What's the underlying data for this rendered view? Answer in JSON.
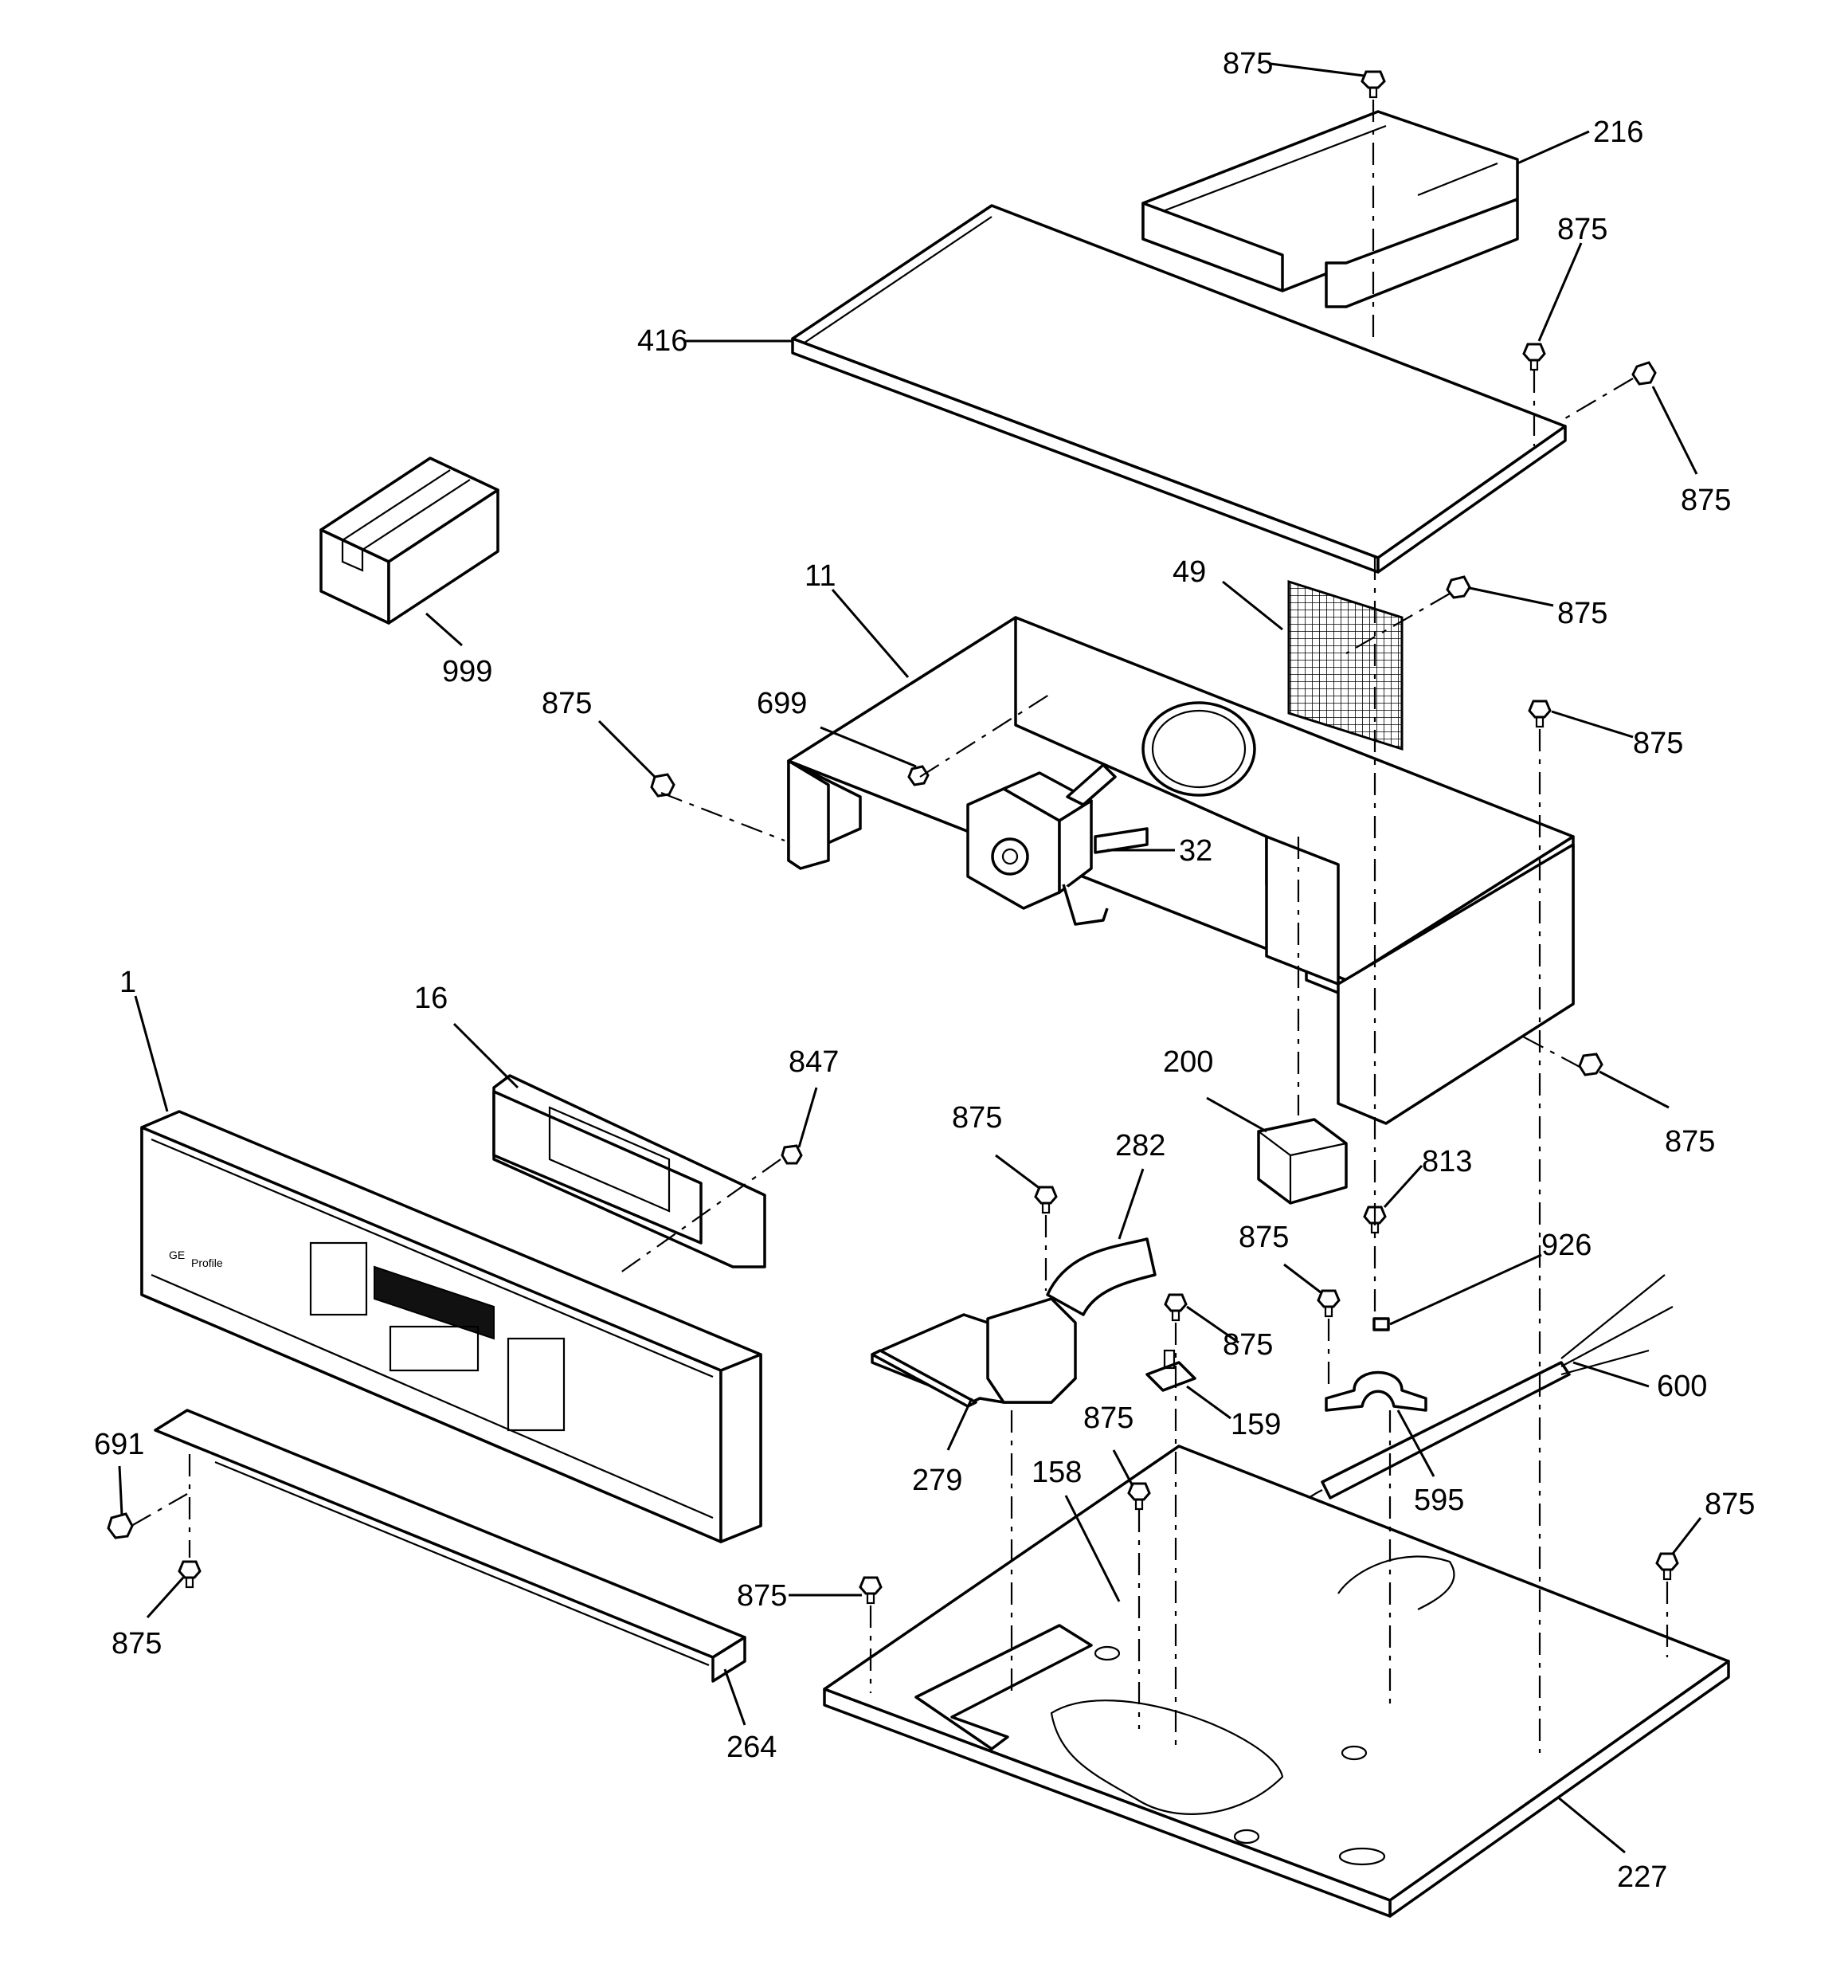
{
  "brand_text": "GE",
  "model_text": "Profile",
  "callouts": [
    {
      "label": "875"
    },
    {
      "label": "216"
    },
    {
      "label": "875"
    },
    {
      "label": "416"
    },
    {
      "label": "875"
    },
    {
      "label": "999"
    },
    {
      "label": "11"
    },
    {
      "label": "49"
    },
    {
      "label": "875"
    },
    {
      "label": "875"
    },
    {
      "label": "699"
    },
    {
      "label": "875"
    },
    {
      "label": "32"
    },
    {
      "label": "1"
    },
    {
      "label": "16"
    },
    {
      "label": "847"
    },
    {
      "label": "200"
    },
    {
      "label": "875"
    },
    {
      "label": "875"
    },
    {
      "label": "282"
    },
    {
      "label": "813"
    },
    {
      "label": "926"
    },
    {
      "label": "875"
    },
    {
      "label": "875"
    },
    {
      "label": "600"
    },
    {
      "label": "159"
    },
    {
      "label": "279"
    },
    {
      "label": "875"
    },
    {
      "label": "595"
    },
    {
      "label": "158"
    },
    {
      "label": "875"
    },
    {
      "label": "691"
    },
    {
      "label": "875"
    },
    {
      "label": "875"
    },
    {
      "label": "264"
    },
    {
      "label": "227"
    }
  ]
}
